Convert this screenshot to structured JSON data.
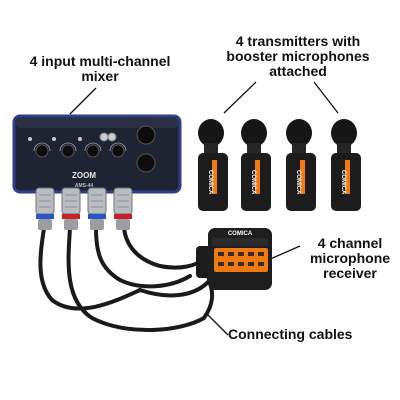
{
  "labels": {
    "mixer": [
      "4 input multi-channel",
      "mixer"
    ],
    "transmitters": [
      "4 transmitters with",
      "booster microphones",
      "attached"
    ],
    "receiver": [
      "4 channel",
      "microphone",
      "receiver"
    ],
    "cables": "Connecting cables"
  },
  "device_text": {
    "mixer_brand": "ZOOM",
    "mixer_model": "AMS-44",
    "tx_brand": "COMICA",
    "rx_brand": "COMICA"
  },
  "colors": {
    "mixer_body": "#1f2433",
    "mixer_edge": "#2c3e8c",
    "transmitter_body": "#1c1c1c",
    "accent_orange": "#f07a10",
    "xlr_blue": "#2a55c8",
    "xlr_red": "#c8202a",
    "cable": "#1a1a1a"
  }
}
